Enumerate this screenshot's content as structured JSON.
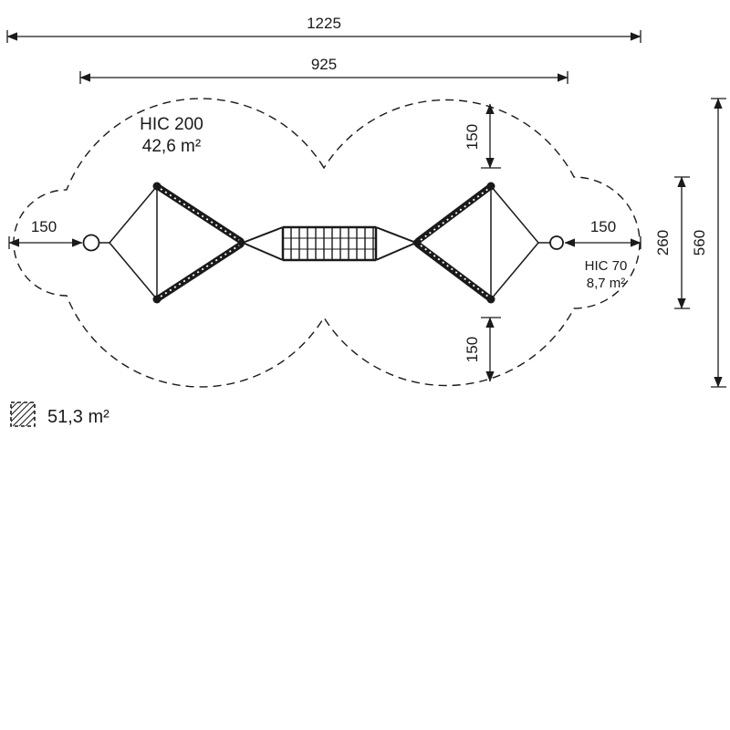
{
  "figure": {
    "background": "#ffffff",
    "line_color": "#1a1a1a",
    "description": "Top view plan of a rope climbing structure with safety zone outline"
  },
  "dimensions": {
    "total_width": "1225",
    "inner_width": "925",
    "left_clearance": "150",
    "right_clearance": "150",
    "top_clearance": "150",
    "bottom_clearance": "150",
    "side_zone_height": "260",
    "total_height": "560"
  },
  "zones": {
    "main": {
      "hic": "HIC 200",
      "area": "42,6 m²"
    },
    "side": {
      "hic": "HIC 70",
      "area": "8,7 m²"
    }
  },
  "legend": {
    "total_area": "51,3 m²"
  }
}
